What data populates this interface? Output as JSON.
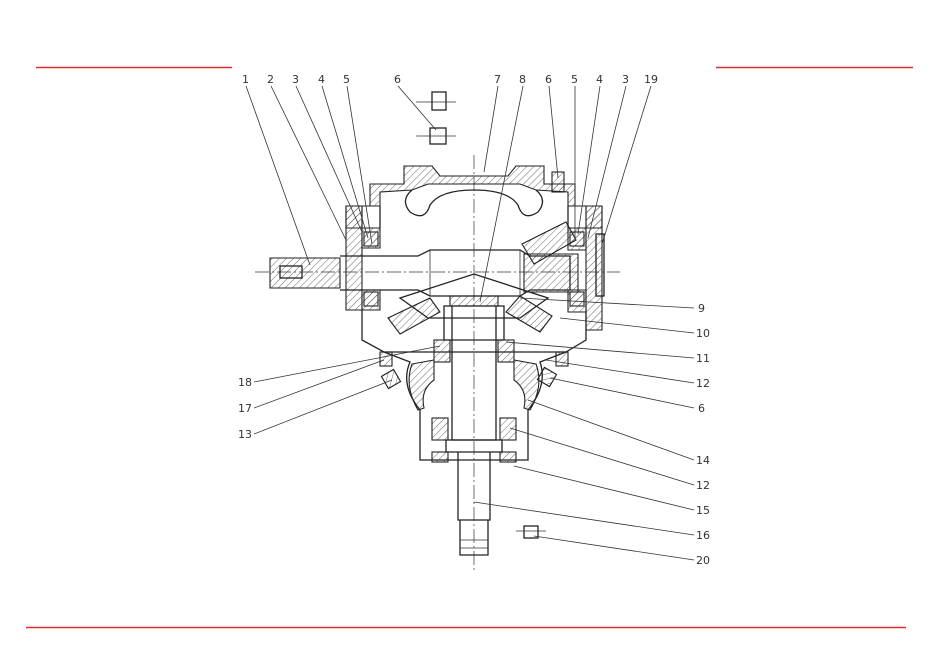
{
  "colors": {
    "rule": "#e32b2b",
    "ink": "#222222",
    "background": "#ffffff"
  },
  "labels_top": [
    "1",
    "2",
    "3",
    "4",
    "5",
    "6",
    "7",
    "8",
    "6",
    "5",
    "4",
    "3",
    "19"
  ],
  "labels_right": [
    "9",
    "10",
    "11",
    "12",
    "6",
    "14",
    "12",
    "15",
    "16",
    "20"
  ],
  "labels_left": [
    "18",
    "17",
    "13"
  ]
}
